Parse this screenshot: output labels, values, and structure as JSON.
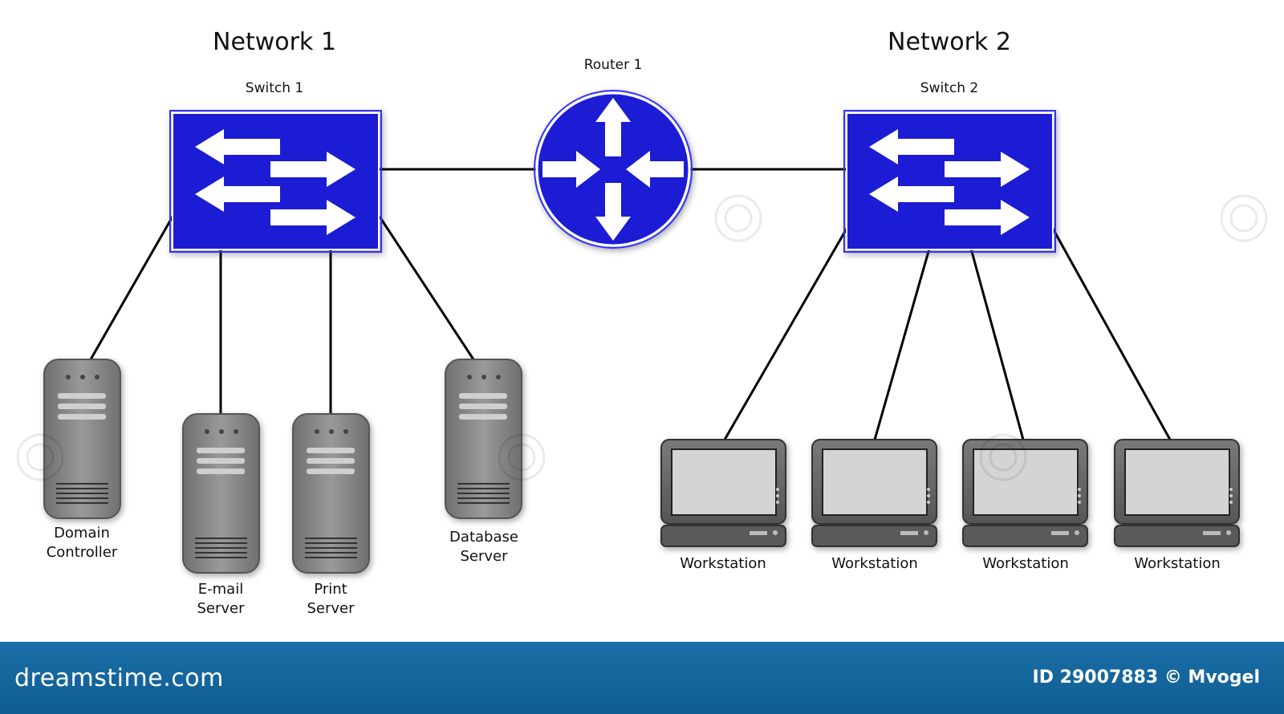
{
  "networks": [
    {
      "title": "Network 1",
      "switch_label": "Switch 1"
    },
    {
      "title": "Network 2",
      "switch_label": "Switch 2"
    }
  ],
  "router": {
    "label": "Router 1"
  },
  "servers": [
    {
      "line1": "Domain",
      "line2": "Controller"
    },
    {
      "line1": "E-mail",
      "line2": "Server"
    },
    {
      "line1": "Print",
      "line2": "Server"
    },
    {
      "line1": "Database",
      "line2": "Server"
    }
  ],
  "workstations": [
    {
      "label": "Workstation"
    },
    {
      "label": "Workstation"
    },
    {
      "label": "Workstation"
    },
    {
      "label": "Workstation"
    }
  ],
  "colors": {
    "device_blue": "#1818d6",
    "server_gray": "#8a8a8a",
    "footer_blue": "#136aa0"
  },
  "footer": {
    "brand": "dreamstime.com",
    "id_text": "ID 29007883 © Mvogel"
  }
}
